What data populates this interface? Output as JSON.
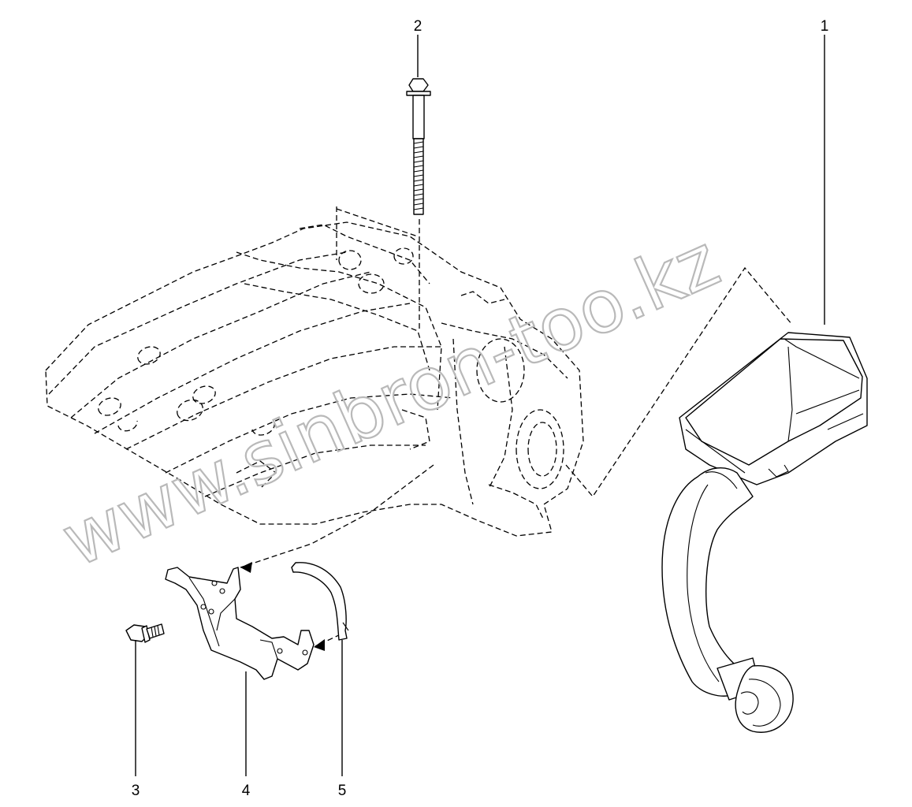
{
  "watermark": "www.sinbron-too.kz",
  "callouts": [
    {
      "id": "1",
      "label": "1"
    },
    {
      "id": "2",
      "label": "2"
    },
    {
      "id": "3",
      "label": "3"
    },
    {
      "id": "4",
      "label": "4"
    },
    {
      "id": "5",
      "label": "5"
    }
  ]
}
